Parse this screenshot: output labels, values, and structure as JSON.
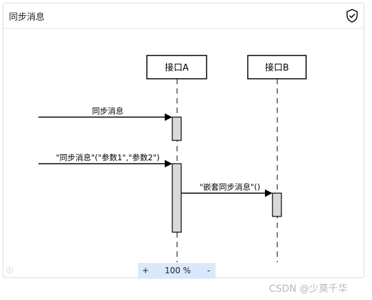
{
  "panel": {
    "title": "同步消息",
    "header_icon": "shield-check-icon"
  },
  "diagram": {
    "participants": [
      {
        "id": "A",
        "label": "接口A"
      },
      {
        "id": "B",
        "label": "接口B"
      }
    ],
    "messages": [
      {
        "from": "external",
        "to": "A",
        "label": "同步消息"
      },
      {
        "from": "external",
        "to": "A",
        "label": "\"同步消息\"(\"参数1\",\"参数2\")"
      },
      {
        "from": "A",
        "to": "B",
        "label": "\"嵌套同步消息\"()"
      }
    ],
    "colors": {
      "line": "#000000",
      "activation_fill": "#d9d9d9"
    }
  },
  "footer": {
    "info_icon": "info-icon",
    "zoom_in": "+",
    "zoom_value": "100 %",
    "zoom_out": "-"
  },
  "watermark": "CSDN @少莫千华"
}
